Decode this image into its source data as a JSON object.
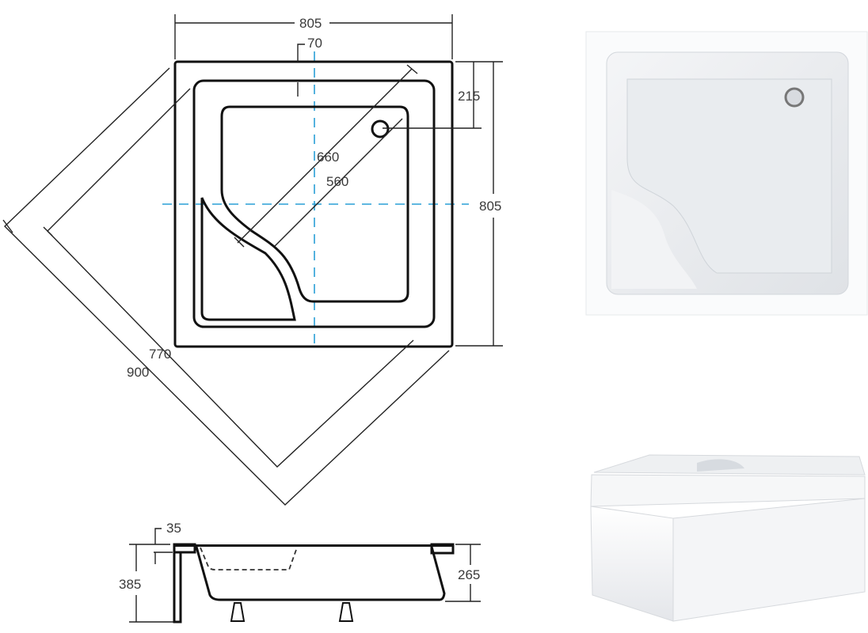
{
  "plan_view": {
    "width_label": "805",
    "height_label": "805",
    "rim_label": "70",
    "drain_offset_label": "215",
    "diag_outer_label": "660",
    "diag_inner_label": "560",
    "corner_inner_label": "770",
    "corner_outer_label": "900"
  },
  "side_view": {
    "rim_thickness_label": "35",
    "total_height_label": "385",
    "tray_depth_label": "265"
  },
  "colors": {
    "axis": "#2a9fd6",
    "line": "#222222"
  }
}
